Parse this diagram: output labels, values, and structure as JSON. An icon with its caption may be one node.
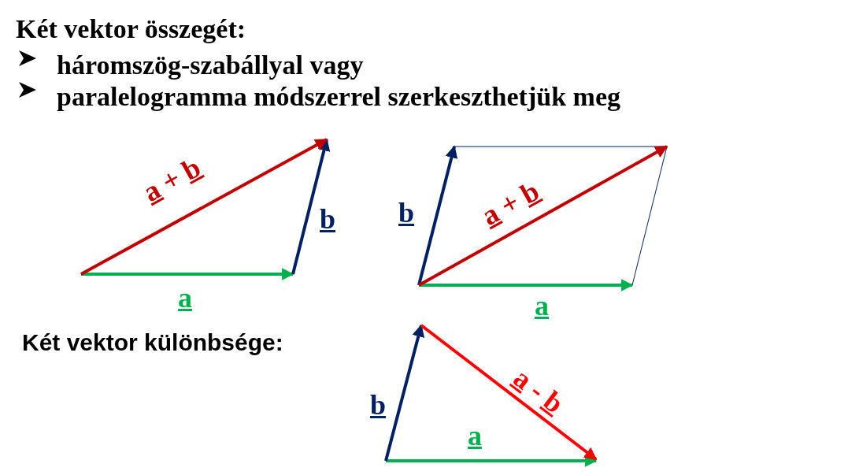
{
  "diagram": {
    "title": "Két vektor összegét:",
    "labels": [
      "háromszög-szabállyal vagy",
      "paralelogramma módszerrel szerkeszthetjük meg",
      "a + b",
      "b",
      "a",
      "b",
      "a + b",
      "a",
      "Két vektor különbsége:",
      "b",
      "a - b",
      "a"
    ]
  }
}
